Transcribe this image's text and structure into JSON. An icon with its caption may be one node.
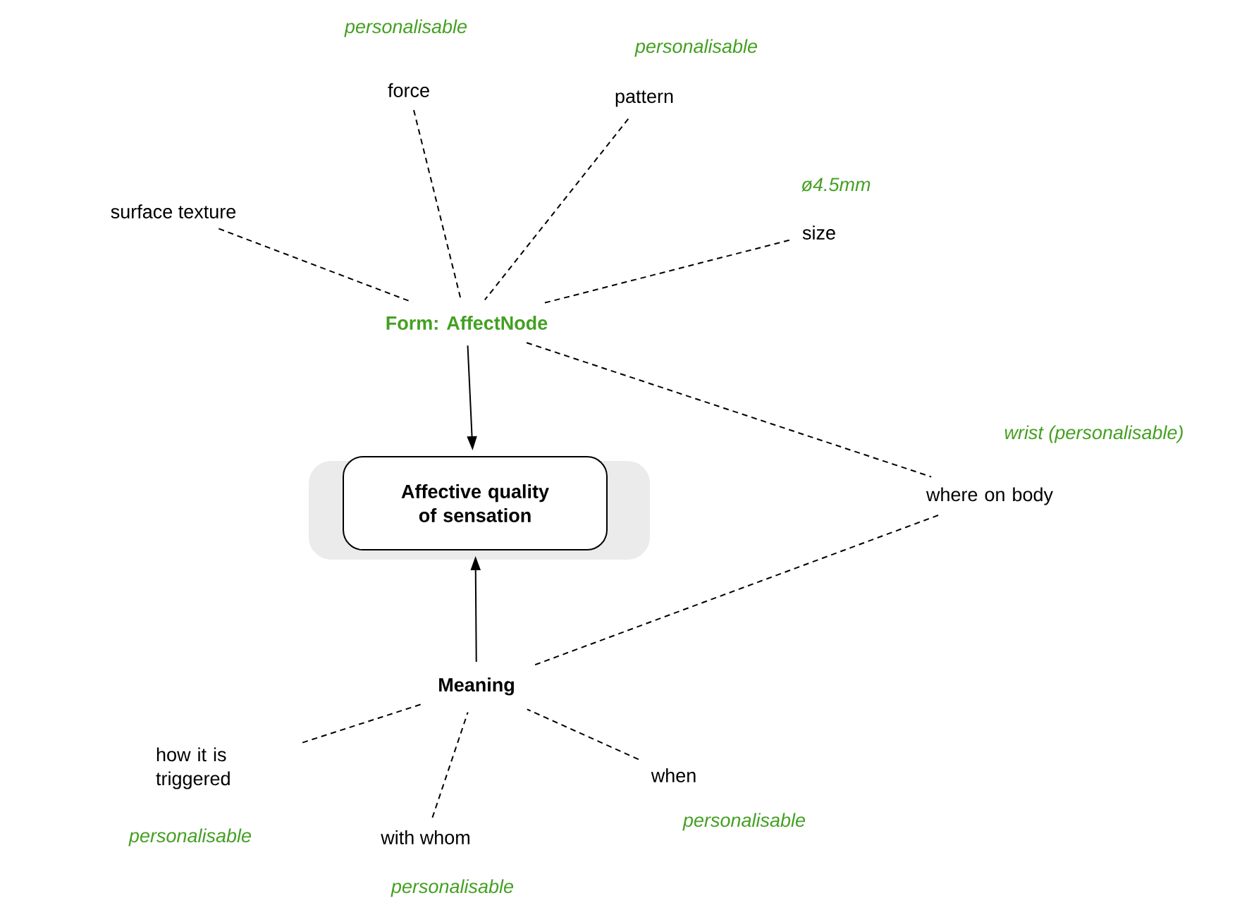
{
  "diagram": {
    "nodes": [
      {
        "text": [
          "surface texture"
        ]
      },
      {
        "text": [
          "force"
        ],
        "beside": [
          "personalisable"
        ]
      },
      {
        "text": [
          "pattern"
        ],
        "beside": [
          "personalisable"
        ]
      },
      {
        "text": [
          "size"
        ],
        "beside": [
          "ø4.5mm"
        ]
      },
      {
        "text": [
          "Form: AffectNode"
        ]
      },
      {
        "text": [
          "Affective quality of sensation"
        ]
      },
      {
        "text": [
          "where on body"
        ],
        "beside": [
          "wrist (personalisable)"
        ]
      },
      {
        "text": [
          "Meaning"
        ]
      },
      {
        "text": [
          "how it is triggered"
        ],
        "beside": [
          "personalisable"
        ]
      },
      {
        "text": [
          "with whom"
        ],
        "beside": [
          "personalisable"
        ]
      },
      {
        "text": [
          "when"
        ],
        "beside": [
          "personalisable"
        ]
      }
    ],
    "edges": [
      {
        "from": 0,
        "to": 4,
        "arrow": "none",
        "style": "dashed"
      },
      {
        "from": 1,
        "to": 4,
        "arrow": "none",
        "style": "dashed"
      },
      {
        "from": 2,
        "to": 4,
        "arrow": "none",
        "style": "dashed"
      },
      {
        "from": 3,
        "to": 4,
        "arrow": "none",
        "style": "dashed"
      },
      {
        "from": 4,
        "to": 5,
        "arrow": "to"
      },
      {
        "from": 4,
        "to": 6,
        "arrow": "none",
        "style": "dashed"
      },
      {
        "from": 6,
        "to": 7,
        "arrow": "none",
        "style": "dashed"
      },
      {
        "from": 7,
        "to": 5,
        "arrow": "to"
      },
      {
        "from": 8,
        "to": 7,
        "arrow": "none",
        "style": "dashed"
      },
      {
        "from": 9,
        "to": 7,
        "arrow": "none",
        "style": "dashed"
      },
      {
        "from": 10,
        "to": 7,
        "arrow": "none",
        "style": "dashed"
      }
    ]
  }
}
